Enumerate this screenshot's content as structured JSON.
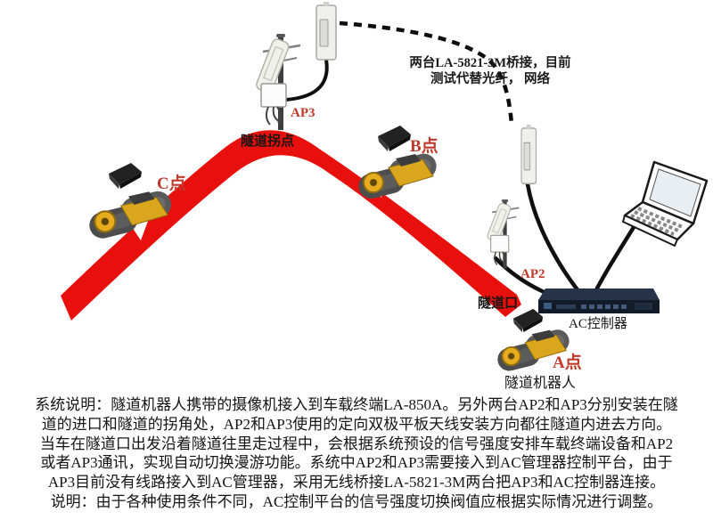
{
  "diagram": {
    "bridge_note": {
      "line1": "两台LA-5821-3M桥接，目前",
      "line2": "测试代替光纤，  网络"
    },
    "labels": {
      "ap3": "AP3",
      "ap2": "AP2",
      "tunnel_corner": "隧道拐点",
      "tunnel_entrance": "隧道口",
      "ac_controller": "AC控制器",
      "point_a": "A点",
      "point_b": "B点",
      "point_c": "C点",
      "tunnel_robot": "隧道机器人"
    },
    "colors": {
      "tunnel_red": "#e8100c",
      "label_red": "#c0392b",
      "cable_black": "#101010",
      "device_navy": "#1b2838"
    }
  },
  "description": {
    "lines": [
      "系统说明：隧道机器人携带的摄像机接入到车载终端LA-850A。另外两台AP2和AP3分别安装在隧",
      "道的进口和隧道的拐角处，AP2和AP3使用的定向双极平板天线安装方向都往隧道内进去方向。",
      "当车在隧道口出发沿着隧道往里走过程中，会根据系统预设的信号强度安排车载终端设备和AP2",
      "或者AP3通讯，实现自动切换漫游功能。系统中AP2和AP3需要接入到AC管理器控制平台，由于",
      "AP3目前没有线路接入到AC管理器，采用无线桥接LA-5821-3M两台把AP3和AC控制器连接。",
      "说明：由于各种使用条件不同，AC控制平台的信号强度切换阀值应根据实际情况进行调整。"
    ]
  }
}
